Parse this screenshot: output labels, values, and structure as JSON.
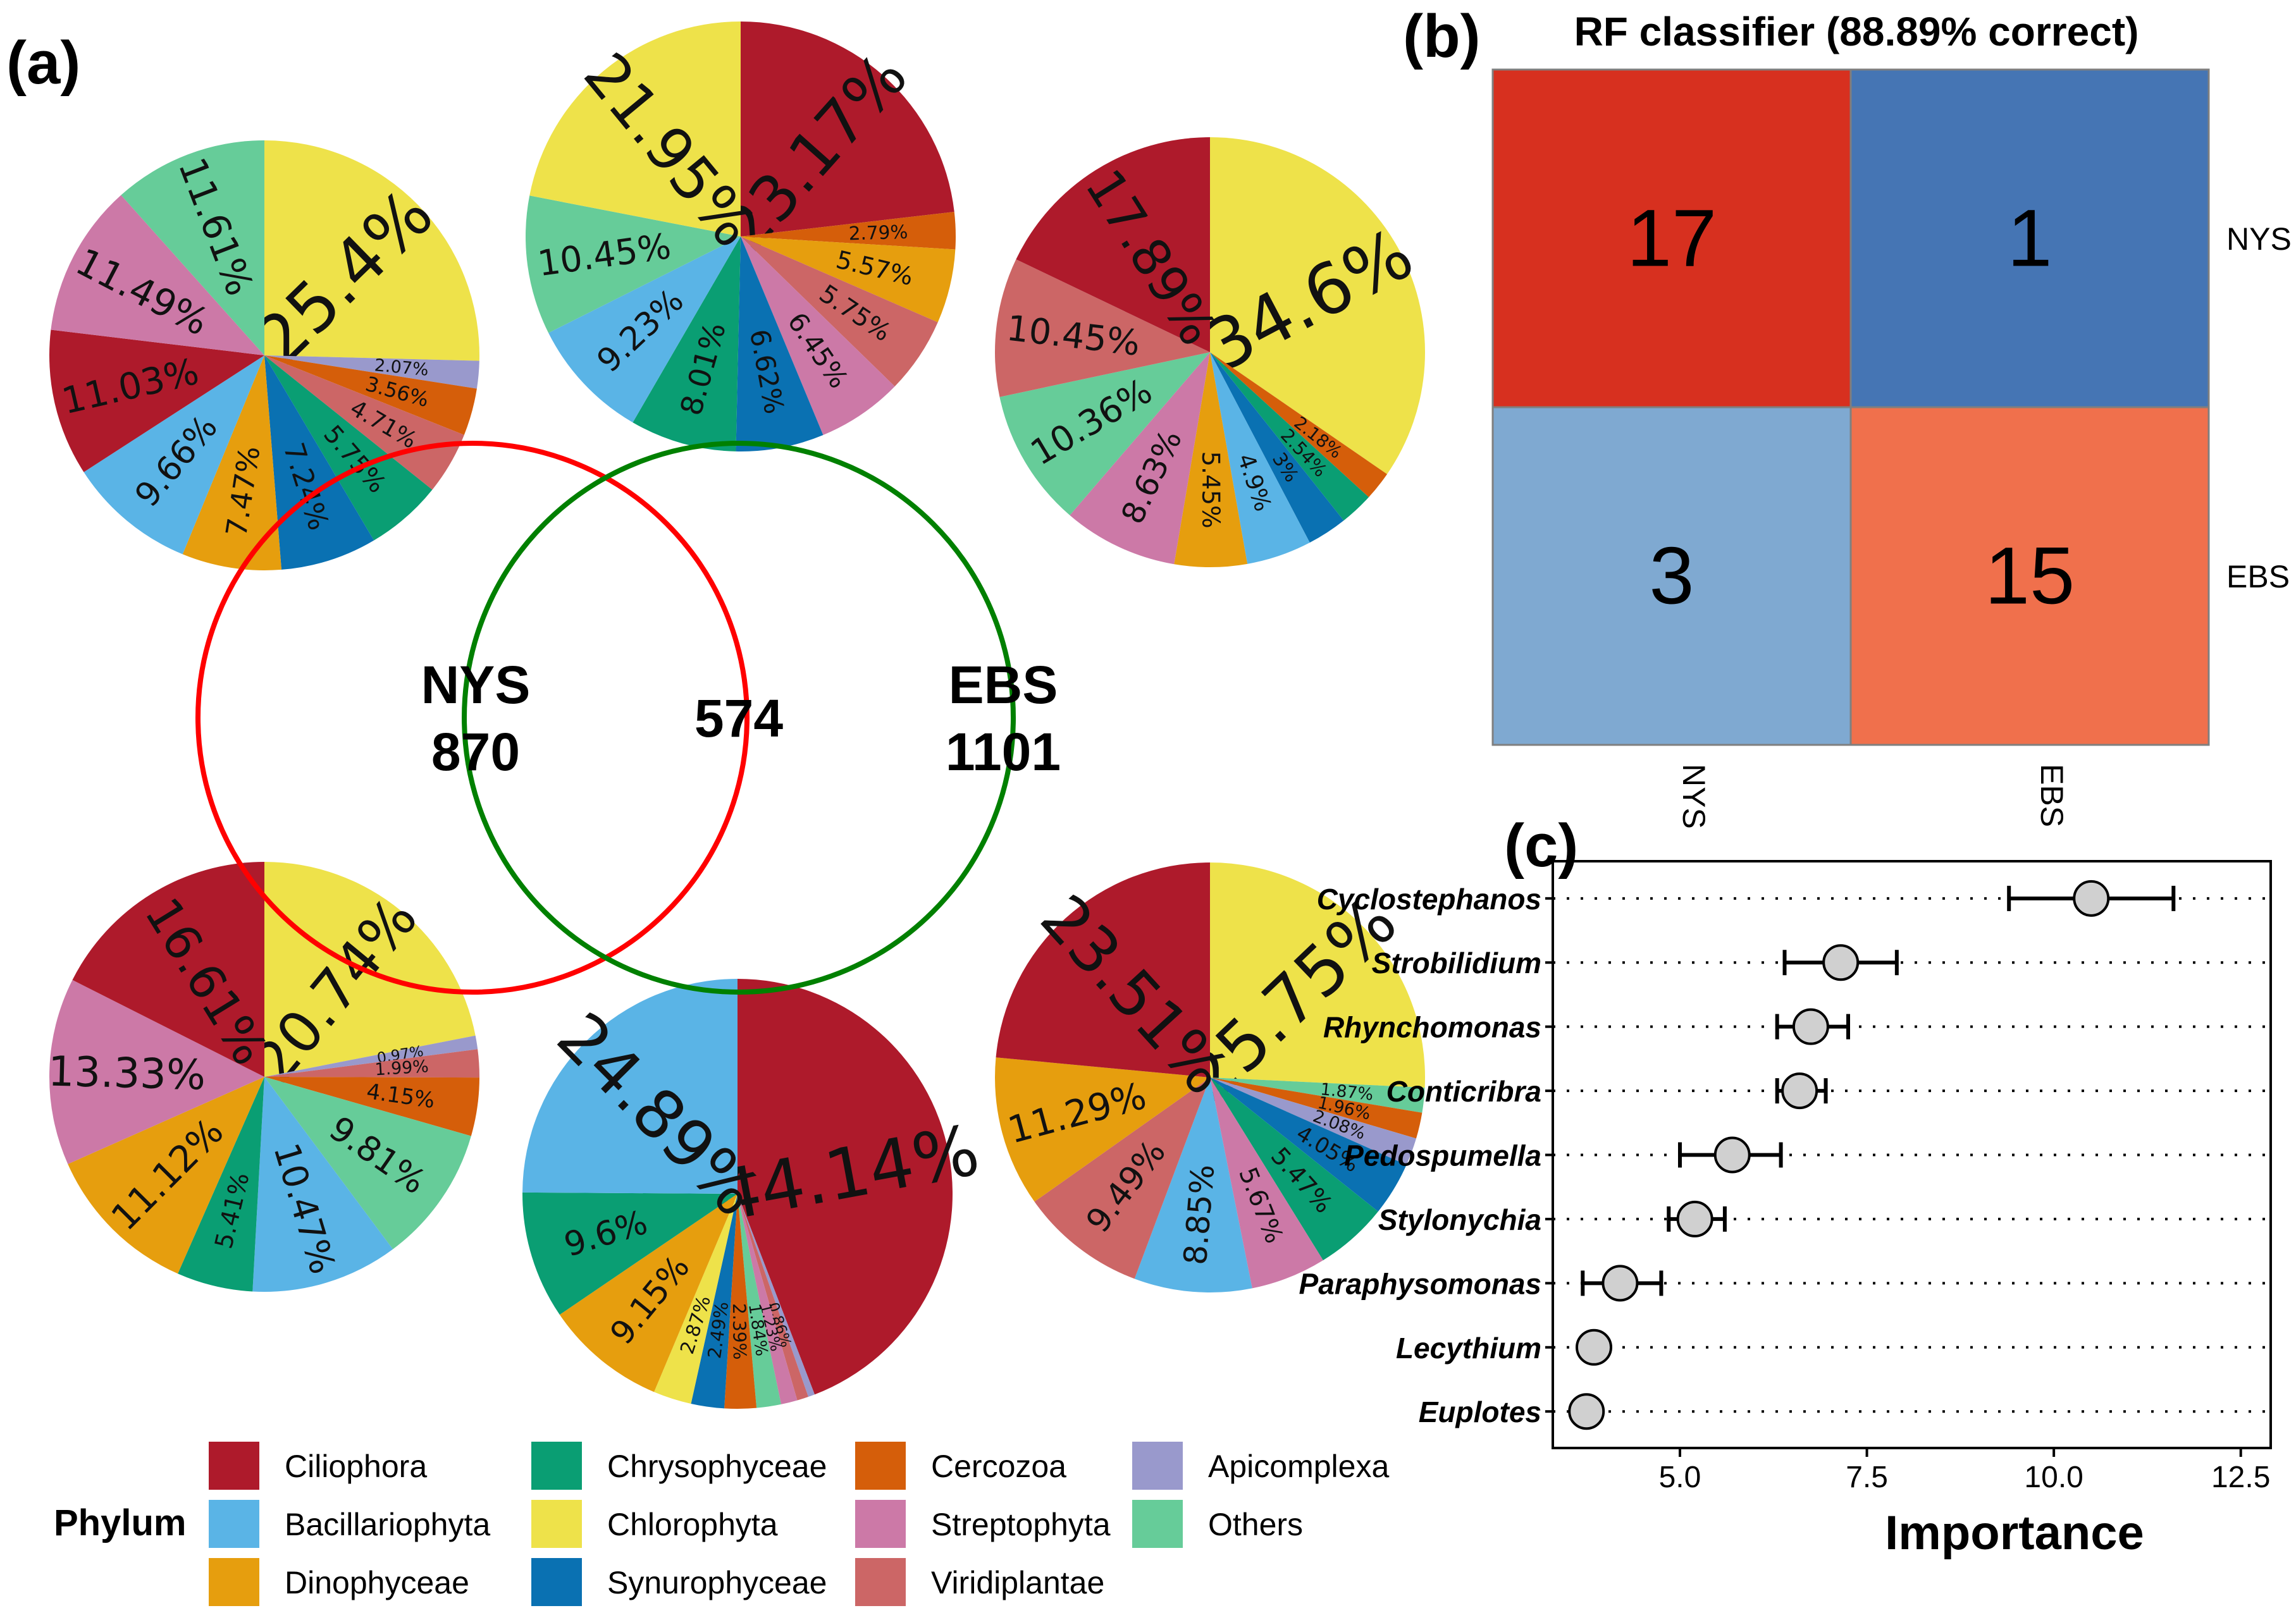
{
  "panels": {
    "a": "(a)",
    "b": "(b)",
    "c": "(c)"
  },
  "colors": {
    "Ciliophora": "#ae1a2b",
    "Bacillariophyta": "#5ab4e6",
    "Dinophyceae": "#e69e0e",
    "Chrysophyceae": "#0a9e73",
    "Chlorophyta": "#eee24a",
    "Synurophyceae": "#0a71b2",
    "Cercozoa": "#d55e0a",
    "Streptophyta": "#cc79a7",
    "Viridiplantae": "#cc6666",
    "Apicomplexa": "#9999cc",
    "Others": "#66cc99"
  },
  "legend": {
    "title": "Phylum",
    "items": [
      "Ciliophora",
      "Bacillariophyta",
      "Dinophyceae",
      "Chrysophyceae",
      "Chlorophyta",
      "Synurophyceae",
      "Cercozoa",
      "Streptophyta",
      "Viridiplantae",
      "Apicomplexa",
      "Others"
    ]
  },
  "venn": {
    "left_name": "NYS",
    "left_count": "870",
    "shared_count": "574",
    "right_name": "EBS",
    "right_count": "1101"
  },
  "chart_data": [
    {
      "type": "pie",
      "id": "pie-top-left",
      "slices": [
        {
          "phylum": "Chlorophyta",
          "value": 25.4,
          "label": "25.4%"
        },
        {
          "phylum": "Apicomplexa",
          "value": 2.07,
          "label": "2.07%"
        },
        {
          "phylum": "Cercozoa",
          "value": 3.56,
          "label": "3.56%"
        },
        {
          "phylum": "Viridiplantae",
          "value": 4.71,
          "label": "4.71%"
        },
        {
          "phylum": "Chrysophyceae",
          "value": 5.75,
          "label": "5.75%"
        },
        {
          "phylum": "Synurophyceae",
          "value": 7.24,
          "label": "7.24%"
        },
        {
          "phylum": "Dinophyceae",
          "value": 7.47,
          "label": "7.47%"
        },
        {
          "phylum": "Bacillariophyta",
          "value": 9.66,
          "label": "9.66%"
        },
        {
          "phylum": "Ciliophora",
          "value": 11.03,
          "label": "11.03%"
        },
        {
          "phylum": "Streptophyta",
          "value": 11.49,
          "label": "11.49%"
        },
        {
          "phylum": "Others",
          "value": 11.61,
          "label": "11.61%"
        }
      ]
    },
    {
      "type": "pie",
      "id": "pie-top-middle",
      "slices": [
        {
          "phylum": "Ciliophora",
          "value": 23.17,
          "label": "23.17%"
        },
        {
          "phylum": "Cercozoa",
          "value": 2.79,
          "label": "2.79%"
        },
        {
          "phylum": "Dinophyceae",
          "value": 5.57,
          "label": "5.57%"
        },
        {
          "phylum": "Viridiplantae",
          "value": 5.75,
          "label": "5.75%"
        },
        {
          "phylum": "Streptophyta",
          "value": 6.45,
          "label": "6.45%"
        },
        {
          "phylum": "Synurophyceae",
          "value": 6.62,
          "label": "6.62%"
        },
        {
          "phylum": "Chrysophyceae",
          "value": 8.01,
          "label": "8.01%"
        },
        {
          "phylum": "Bacillariophyta",
          "value": 9.23,
          "label": "9.23%"
        },
        {
          "phylum": "Others",
          "value": 10.45,
          "label": "10.45%"
        },
        {
          "phylum": "Chlorophyta",
          "value": 21.95,
          "label": "21.95%"
        }
      ]
    },
    {
      "type": "pie",
      "id": "pie-top-right",
      "slices": [
        {
          "phylum": "Chlorophyta",
          "value": 34.6,
          "label": "34.6%"
        },
        {
          "phylum": "Cercozoa",
          "value": 2.18,
          "label": "2.18%"
        },
        {
          "phylum": "Chrysophyceae",
          "value": 2.54,
          "label": "2.54%"
        },
        {
          "phylum": "Synurophyceae",
          "value": 3.0,
          "label": "3%"
        },
        {
          "phylum": "Bacillariophyta",
          "value": 4.9,
          "label": "4.9%"
        },
        {
          "phylum": "Dinophyceae",
          "value": 5.45,
          "label": "5.45%"
        },
        {
          "phylum": "Streptophyta",
          "value": 8.63,
          "label": "8.63%"
        },
        {
          "phylum": "Others",
          "value": 10.36,
          "label": "10.36%"
        },
        {
          "phylum": "Viridiplantae",
          "value": 10.45,
          "label": "10.45%"
        },
        {
          "phylum": "Ciliophora",
          "value": 17.89,
          "label": "17.89%"
        }
      ]
    },
    {
      "type": "pie",
      "id": "pie-bottom-left",
      "slices": [
        {
          "phylum": "Chlorophyta",
          "value": 20.74,
          "label": "20.74%"
        },
        {
          "phylum": "Apicomplexa",
          "value": 0.97,
          "label": "0.97%"
        },
        {
          "phylum": "Viridiplantae",
          "value": 1.99,
          "label": "1.99%"
        },
        {
          "phylum": "Cercozoa",
          "value": 4.15,
          "label": "4.15%"
        },
        {
          "phylum": "Others",
          "value": 9.81,
          "label": "9.81%"
        },
        {
          "phylum": "Bacillariophyta",
          "value": 10.47,
          "label": "10.47%"
        },
        {
          "phylum": "Chrysophyceae",
          "value": 5.41,
          "label": "5.41%"
        },
        {
          "phylum": "Dinophyceae",
          "value": 11.12,
          "label": "11.12%"
        },
        {
          "phylum": "Streptophyta",
          "value": 13.33,
          "label": "13.33%"
        },
        {
          "phylum": "Ciliophora",
          "value": 16.61,
          "label": "16.61%"
        }
      ]
    },
    {
      "type": "pie",
      "id": "pie-bottom-middle",
      "slices": [
        {
          "phylum": "Ciliophora",
          "value": 44.14,
          "label": "44.14%"
        },
        {
          "phylum": "Apicomplexa",
          "value": 0.5,
          "label": ""
        },
        {
          "phylum": "Viridiplantae",
          "value": 0.86,
          "label": "0.86%"
        },
        {
          "phylum": "Streptophyta",
          "value": 1.23,
          "label": "1.23%"
        },
        {
          "phylum": "Others",
          "value": 1.84,
          "label": "1.84%"
        },
        {
          "phylum": "Cercozoa",
          "value": 2.39,
          "label": "2.39%"
        },
        {
          "phylum": "Synurophyceae",
          "value": 2.49,
          "label": "2.49%"
        },
        {
          "phylum": "Chlorophyta",
          "value": 2.87,
          "label": "2.87%"
        },
        {
          "phylum": "Dinophyceae",
          "value": 9.15,
          "label": "9.15%"
        },
        {
          "phylum": "Chrysophyceae",
          "value": 9.6,
          "label": "9.6%"
        },
        {
          "phylum": "Bacillariophyta",
          "value": 24.89,
          "label": "24.89%"
        }
      ]
    },
    {
      "type": "pie",
      "id": "pie-bottom-right",
      "slices": [
        {
          "phylum": "Chlorophyta",
          "value": 25.75,
          "label": "25.75%"
        },
        {
          "phylum": "Others",
          "value": 1.87,
          "label": "1.87%"
        },
        {
          "phylum": "Cercozoa",
          "value": 1.96,
          "label": "1.96%"
        },
        {
          "phylum": "Apicomplexa",
          "value": 2.08,
          "label": "2.08%"
        },
        {
          "phylum": "Synurophyceae",
          "value": 4.05,
          "label": "4.05%"
        },
        {
          "phylum": "Chrysophyceae",
          "value": 5.47,
          "label": "5.47%"
        },
        {
          "phylum": "Streptophyta",
          "value": 5.67,
          "label": "5.67%"
        },
        {
          "phylum": "Bacillariophyta",
          "value": 8.85,
          "label": "8.85%"
        },
        {
          "phylum": "Viridiplantae",
          "value": 9.49,
          "label": "9.49%"
        },
        {
          "phylum": "Dinophyceae",
          "value": 11.29,
          "label": "11.29%"
        },
        {
          "phylum": "Ciliophora",
          "value": 23.51,
          "label": "23.51%"
        }
      ]
    },
    {
      "type": "heatmap",
      "id": "confusion-matrix",
      "title": "RF classifier (88.89% correct)",
      "columns": [
        "NYS",
        "EBS"
      ],
      "rows": [
        "NYS",
        "EBS"
      ],
      "cells": [
        [
          17,
          1
        ],
        [
          3,
          15
        ]
      ],
      "cell_colors": [
        [
          "#d7301f",
          "#4575b4"
        ],
        [
          "#7fa9d1",
          "#f0704c"
        ]
      ]
    },
    {
      "type": "scatter",
      "id": "importance",
      "xlabel": "Importance",
      "xlim": [
        3.3,
        12.9
      ],
      "xticks": [
        5.0,
        7.5,
        10.0,
        12.5
      ],
      "xtick_labels": [
        "5.0",
        "7.5",
        "10.0",
        "12.5"
      ],
      "items": [
        {
          "genus": "Cyclostephanos",
          "mean": 10.5,
          "lo": 9.4,
          "hi": 11.6
        },
        {
          "genus": "Strobilidium",
          "mean": 7.15,
          "lo": 6.4,
          "hi": 7.9
        },
        {
          "genus": "Rhynchomonas",
          "mean": 6.75,
          "lo": 6.3,
          "hi": 7.25
        },
        {
          "genus": "Conticribra",
          "mean": 6.6,
          "lo": 6.3,
          "hi": 6.95
        },
        {
          "genus": "Pedospumella",
          "mean": 5.7,
          "lo": 5.0,
          "hi": 6.35
        },
        {
          "genus": "Stylonychia",
          "mean": 5.2,
          "lo": 4.85,
          "hi": 5.6
        },
        {
          "genus": "Paraphysomonas",
          "mean": 4.2,
          "lo": 3.7,
          "hi": 4.75
        },
        {
          "genus": "Lecythium",
          "mean": 3.85,
          "lo": 3.85,
          "hi": 3.85
        },
        {
          "genus": "Euplotes",
          "mean": 3.75,
          "lo": 3.75,
          "hi": 3.75
        }
      ]
    }
  ]
}
